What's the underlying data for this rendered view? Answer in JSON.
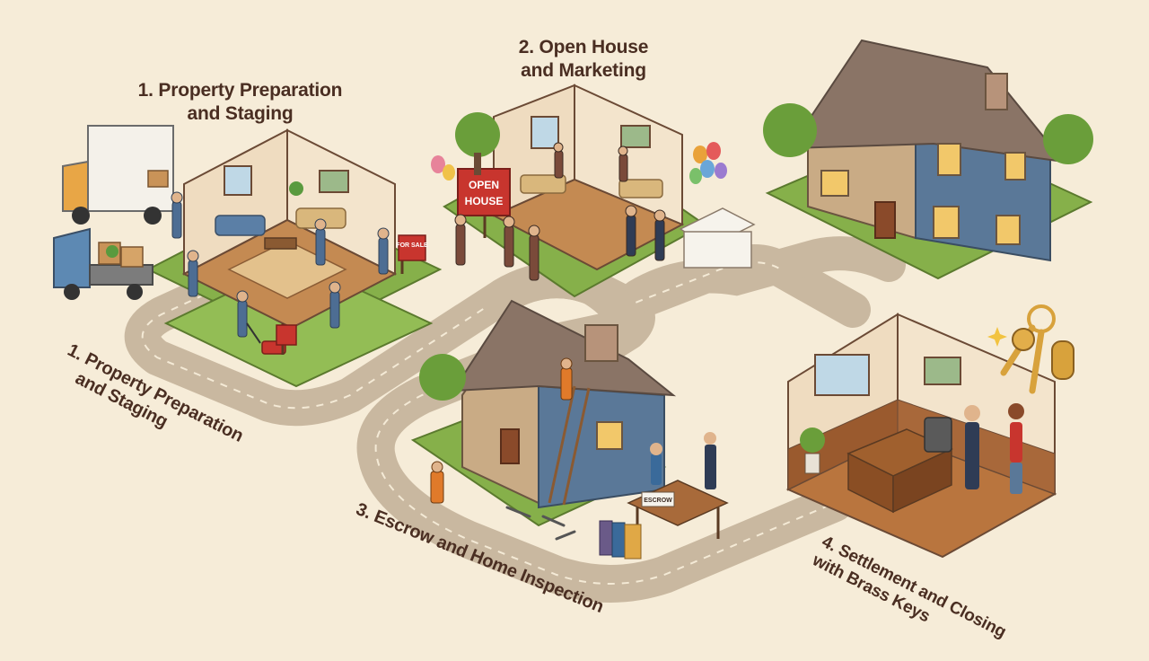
{
  "stages": [
    {
      "title_line1": "1. Property Preparation",
      "title_line2": "and Staging"
    },
    {
      "title_line1": "2. Open House",
      "title_line2": "and Marketing"
    },
    {
      "title_line1": "3. Escrow and Home Inspection"
    },
    {
      "title_line1": "4. Settlement and Closing",
      "title_line2": "with Brass Keys"
    }
  ],
  "road_label": {
    "line1": "1. Property Preparation",
    "line2": "and Staging"
  },
  "signs": {
    "for_sale": "FOR SALE",
    "open_house_line1": "OPEN",
    "open_house_line2": "HOUSE",
    "escrow": "ESCROW"
  },
  "colors": {
    "background": "#f6ecd8",
    "road": "#c9b8a0",
    "grass": "#86b04a",
    "house_siding": "#5a7898",
    "roof": "#8a7466",
    "sign_red": "#c8352e",
    "brass": "#d8a23c",
    "label_text": "#4a2e22"
  },
  "icons": [
    "moving-truck-icon",
    "box-icon",
    "sofa-icon",
    "tree-icon",
    "balloons-icon",
    "house-icon",
    "ladder-icon",
    "folders-icon",
    "desk-icon",
    "keys-icon",
    "sparkle-icon",
    "lawnmower-icon",
    "tools-icon"
  ]
}
